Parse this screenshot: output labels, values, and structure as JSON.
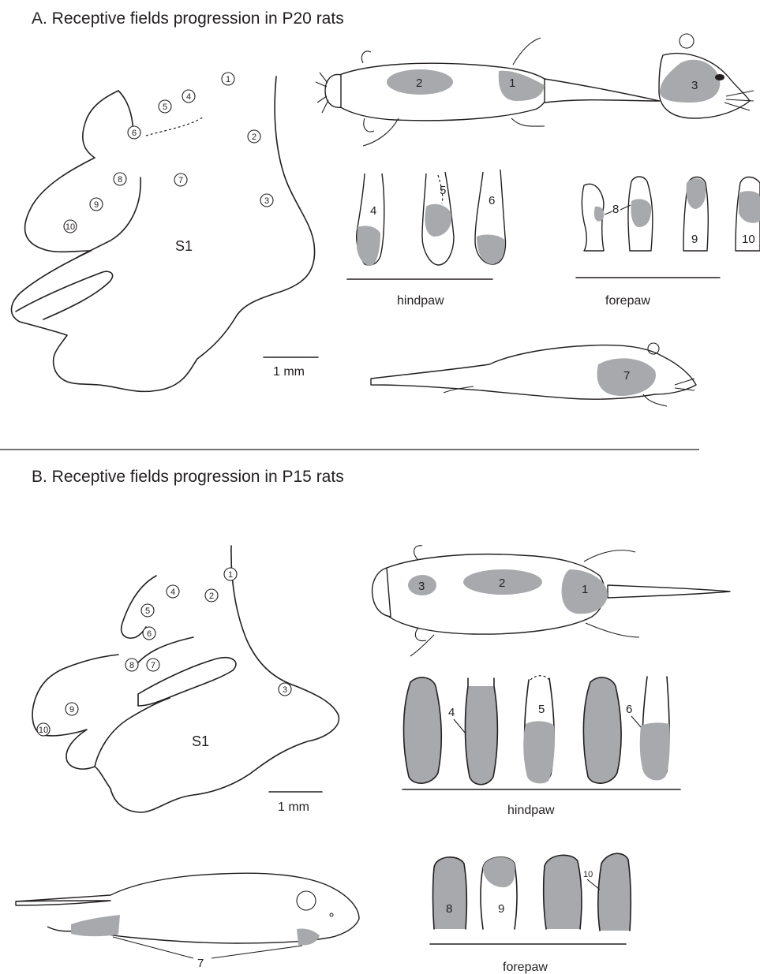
{
  "panel_a": {
    "title": "A.  Receptive fields progression in P20 rats",
    "cortex_label": "S1",
    "scale_label": "1 mm",
    "recording_sites": [
      "1",
      "2",
      "3",
      "4",
      "5",
      "6",
      "7",
      "8",
      "9",
      "10"
    ],
    "receptive_fields": [
      "1",
      "2",
      "3",
      "4",
      "5",
      "6",
      "7",
      "8",
      "9",
      "10"
    ],
    "hindpaw_label": "hindpaw",
    "forepaw_label": "forepaw"
  },
  "panel_b": {
    "title": "B.  Receptive fields progression in P15 rats",
    "cortex_label": "S1",
    "scale_label": "1 mm",
    "recording_sites": [
      "1",
      "2",
      "3",
      "4",
      "5",
      "6",
      "7",
      "8",
      "9",
      "10"
    ],
    "receptive_fields": [
      "1",
      "2",
      "3",
      "4",
      "5",
      "6",
      "7",
      "8",
      "9",
      "10"
    ],
    "hindpaw_label": "hindpaw",
    "forepaw_label": "forepaw"
  },
  "colors": {
    "line": "#231f20",
    "receptive_field": "#a7a9ac",
    "background": "#ffffff"
  }
}
